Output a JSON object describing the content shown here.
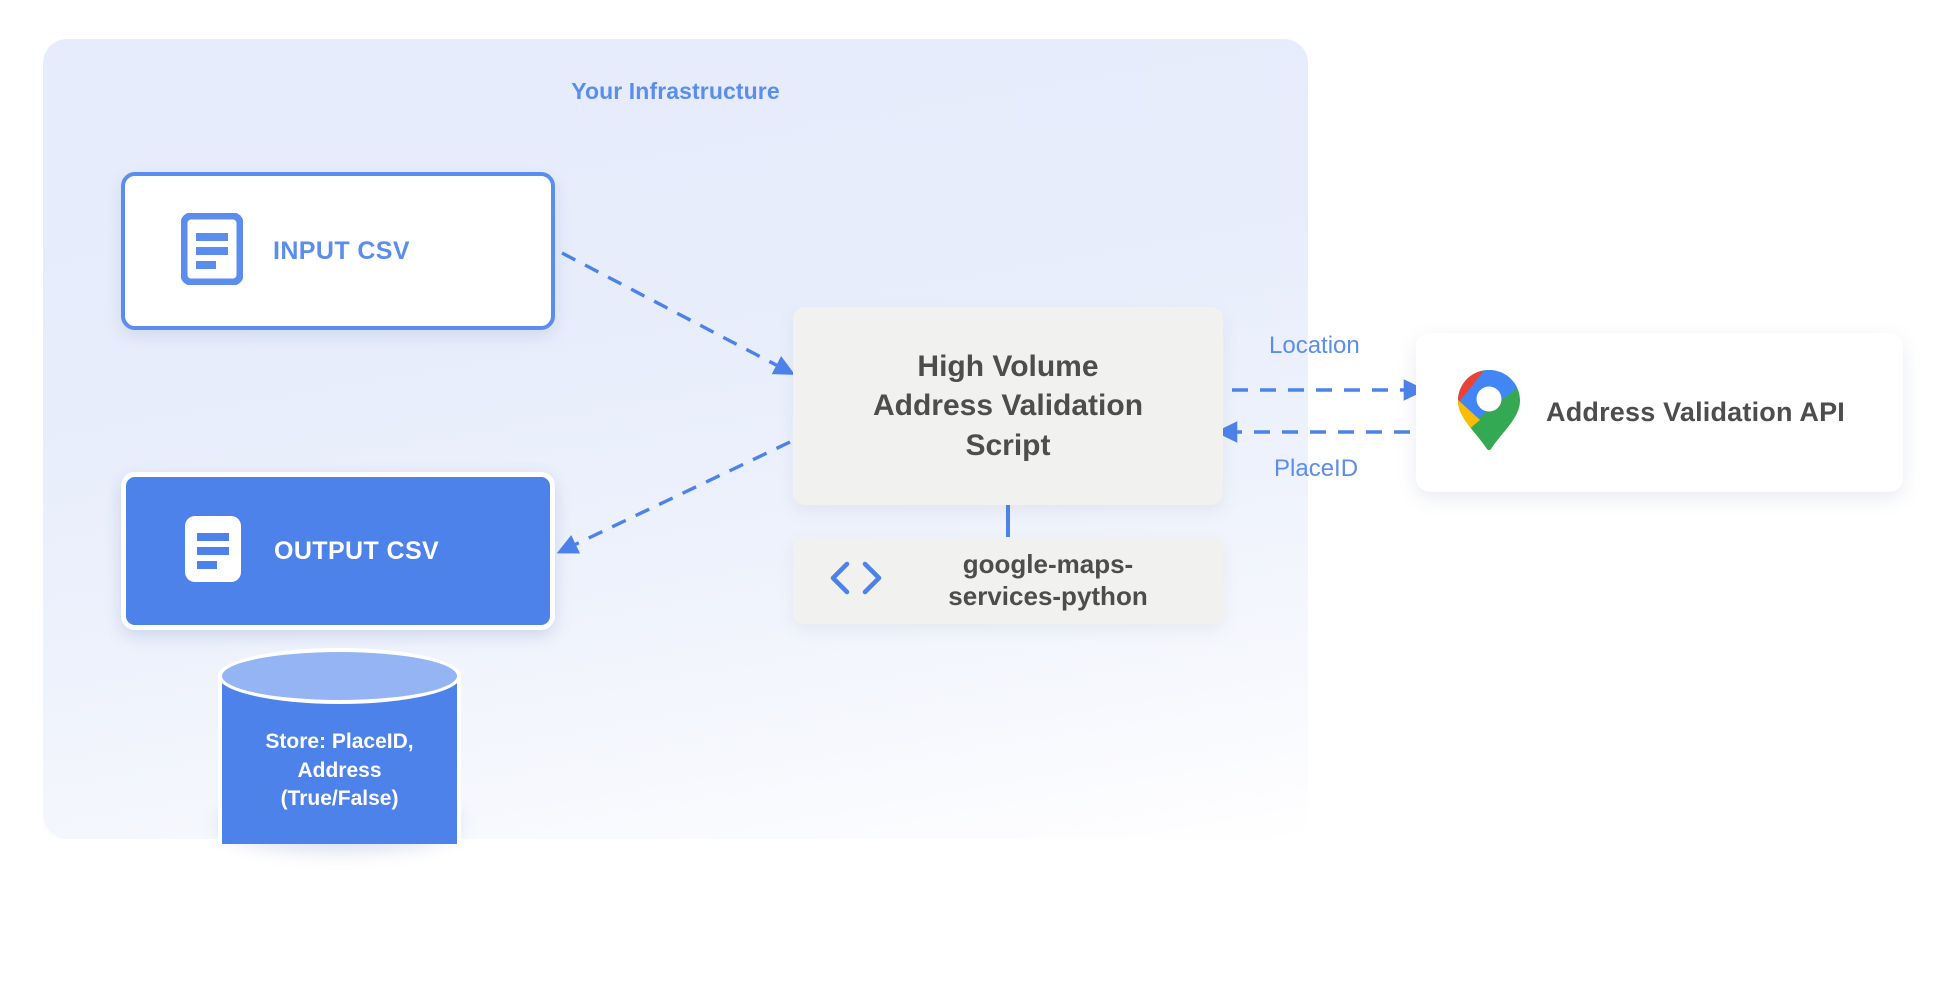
{
  "panel": {
    "title": "Your Infrastructure",
    "accent_color": "#5b8def",
    "background_color": "#e6ecfb"
  },
  "nodes": {
    "input_csv": {
      "label": "INPUT CSV",
      "icon": "document-icon",
      "fill": "#ffffff",
      "border_color": "#5b8def",
      "text_color": "#5b8def"
    },
    "output_csv": {
      "label": "OUTPUT CSV",
      "icon": "document-icon",
      "fill": "#4c82ea",
      "border_color": "#ffffff",
      "text_color": "#ffffff"
    },
    "script": {
      "line1": "High Volume",
      "line2": "Address Validation",
      "line3": "Script",
      "fill": "#f1f1ef",
      "text_color": "#4d4d4d"
    },
    "library": {
      "line1": "google-maps-",
      "line2": "services-python",
      "icon": "code-brackets-icon",
      "icon_color": "#4c82ea",
      "fill": "#f1f1ef",
      "text_color": "#4d4d4d"
    },
    "api": {
      "label": "Address Validation API",
      "icon": "google-maps-pin-icon",
      "fill": "#ffffff",
      "text_color": "#4d4d4d"
    },
    "datastore": {
      "line1": "Store: PlaceID,",
      "line2": "Address",
      "line3": "(True/False)",
      "body_color": "#4c82ea",
      "top_color": "#94b4f3",
      "text_color": "#ffffff"
    }
  },
  "edges": {
    "input_to_script": {
      "label": "",
      "style": "dashed",
      "direction": "input-csv -> script",
      "color": "#4c82ea"
    },
    "script_to_output": {
      "label": "",
      "style": "dashed",
      "direction": "script -> output-csv",
      "color": "#4c82ea"
    },
    "script_to_api": {
      "label": "Location",
      "style": "dashed",
      "direction": "script -> api",
      "color": "#4c82ea"
    },
    "api_to_script": {
      "label": "PlaceID",
      "style": "dashed",
      "direction": "api -> script",
      "color": "#4c82ea"
    },
    "script_to_library": {
      "label": "",
      "style": "solid",
      "direction": "script -- library",
      "color": "#4c82ea"
    }
  }
}
